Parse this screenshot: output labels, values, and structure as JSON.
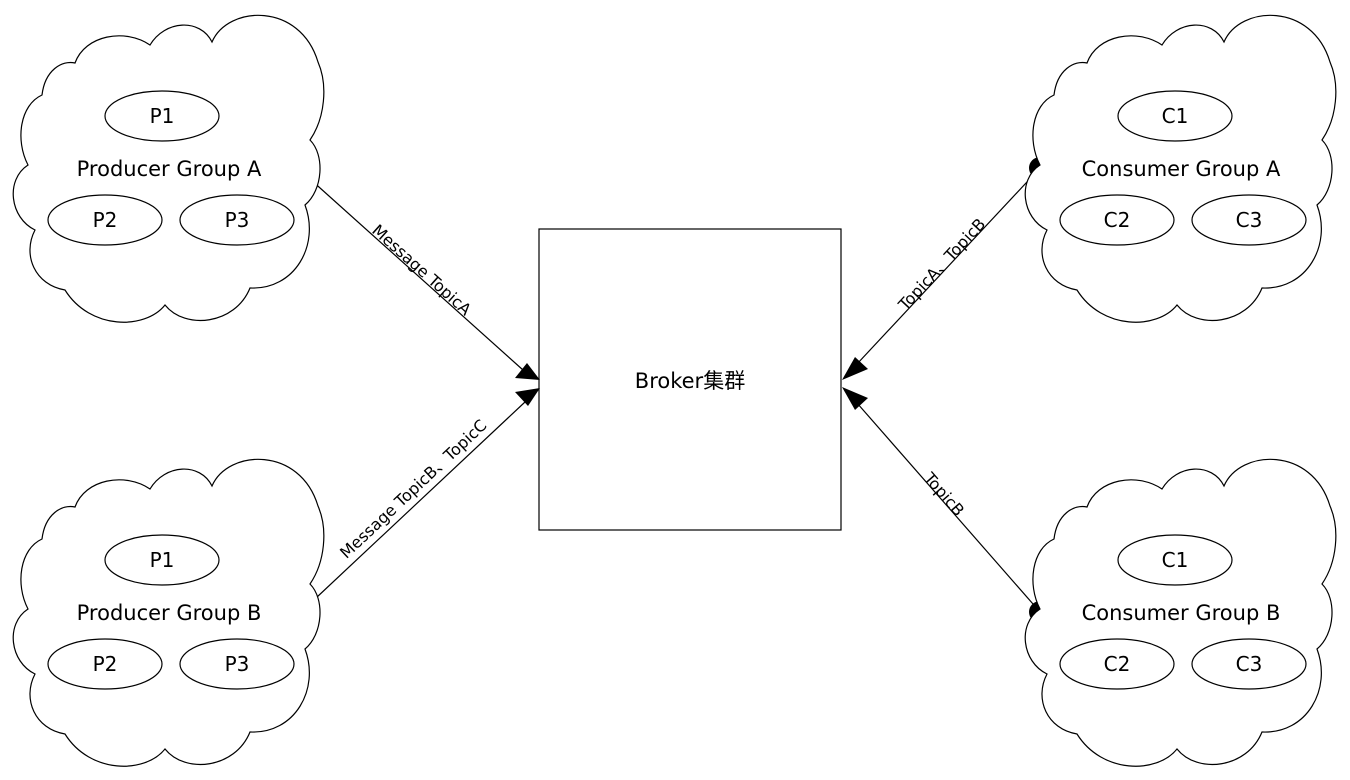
{
  "broker": {
    "label": "Broker集群"
  },
  "groups": [
    {
      "id": "producer-a",
      "label": "Producer Group A",
      "members": [
        "P1",
        "P2",
        "P3"
      ]
    },
    {
      "id": "producer-b",
      "label": "Producer Group B",
      "members": [
        "P1",
        "P2",
        "P3"
      ]
    },
    {
      "id": "consumer-a",
      "label": "Consumer Group A",
      "members": [
        "C1",
        "C2",
        "C3"
      ]
    },
    {
      "id": "consumer-b",
      "label": "Consumer Group B",
      "members": [
        "C1",
        "C2",
        "C3"
      ]
    }
  ],
  "edges": [
    {
      "from": "producer-a",
      "to": "broker",
      "label": "Message TopicA"
    },
    {
      "from": "producer-b",
      "to": "broker",
      "label": "Message TopicB、TopicC"
    },
    {
      "from": "consumer-a",
      "to": "broker",
      "label": "TopicA、TopicB"
    },
    {
      "from": "consumer-b",
      "to": "broker",
      "label": "TopicB"
    }
  ]
}
